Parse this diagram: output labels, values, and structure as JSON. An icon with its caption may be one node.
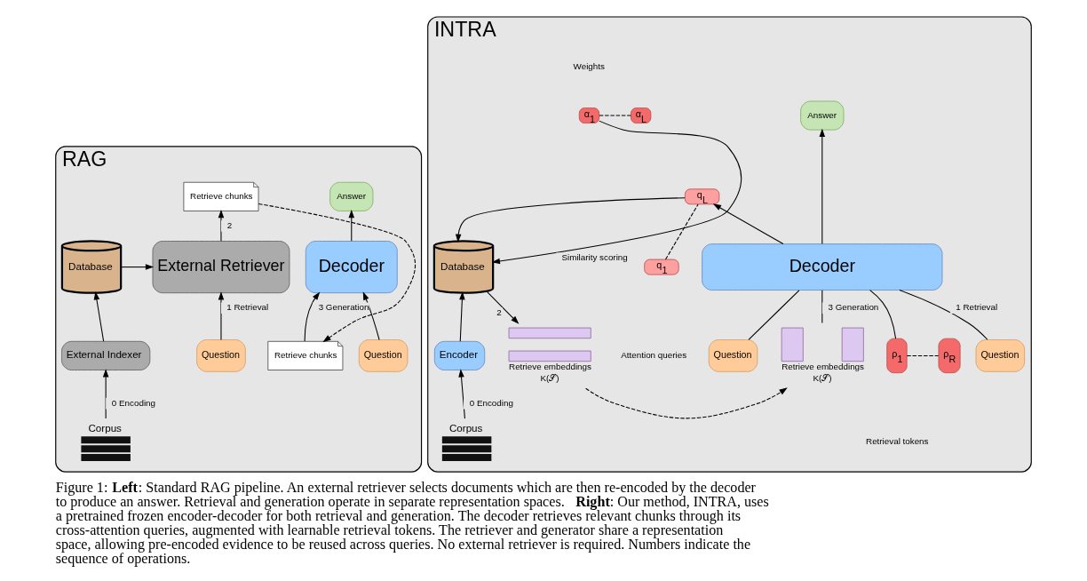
{
  "diagram": {
    "caption": "Figure 1: **Left**: Standard RAG pipeline. An external retriever selects documents which are then re-encoded by the decoder to produce an answer. Retrieval and generation operate in separate representation spaces. **Right**: Our method, INTRA, uses a pretrained frozen encoder-decoder for both retrieval and generation. The decoder retrieves relevant chunks through its cross-attention queries, augmented with learnable retrieval tokens. The retriever and generator share a representation space, allowing pre-encoded evidence to be reused across queries. No external retriever is required. Numbers indicate the sequence of operations.",
    "nodes": [
      {
        "text": [
          "RAG"
        ]
      },
      {
        "text": [
          "Retrieve chunks"
        ],
        "in": 0
      },
      {
        "text": [
          "Answer"
        ],
        "in": 0
      },
      {
        "text": [
          "Database"
        ],
        "in": 0
      },
      {
        "text": [
          "External Retriever"
        ],
        "in": 0
      },
      {
        "text": [
          "Decoder"
        ],
        "in": 0
      },
      {
        "text": [
          "External Indexer"
        ],
        "in": 0
      },
      {
        "text": [
          "Question"
        ],
        "in": 0
      },
      {
        "text": [
          "Question"
        ],
        "in": 0
      },
      {
        "text": [
          "Corpus"
        ],
        "in": 0
      },
      {
        "text": [
          "Retrieve chunks"
        ],
        "in": 0
      },
      {
        "text": [
          "INTRA"
        ]
      },
      {
        "text": [
          "α$_{1}$"
        ],
        "in": 11
      },
      {
        "text": [
          "α$_{L}$"
        ],
        "in": 11
      },
      {
        "text": [
          "Answer"
        ],
        "in": 11
      },
      {
        "text": [
          "Database"
        ],
        "in": 11
      },
      {
        "text": [
          "q$_{L}$"
        ],
        "in": 11
      },
      {
        "text": [
          "Decoder"
        ],
        "in": 11
      },
      {
        "text": [
          "q$_{1}$"
        ],
        "in": 11
      },
      {
        "text": [
          "Encoder"
        ],
        "in": 11
      },
      {
        "text": [
          "Retrieve embeddings",
          "K(𝒮)"
        ],
        "in": 11
      },
      {
        "text": [
          "Question"
        ],
        "in": 11
      },
      {
        "text": [
          "ρ$_{1}$"
        ],
        "in": 11
      },
      {
        "text": [
          "ρ$_{R}$"
        ],
        "in": 11
      },
      {
        "text": [
          "Retrieve embeddings",
          "K(𝒮)"
        ],
        "in": 11
      },
      {
        "text": [
          "Question"
        ],
        "in": 11
      },
      {
        "text": [
          "Corpus"
        ],
        "in": 11
      }
    ],
    "edges": [
      {
        "from": 9,
        "to": 6,
        "arrow": "to",
        "label": "0 Encoding"
      },
      {
        "from": 6,
        "to": 3,
        "arrow": "to"
      },
      {
        "from": 3,
        "to": 4,
        "arrow": "to"
      },
      {
        "from": 7,
        "to": 4,
        "arrow": "to",
        "label": "1 Retrieval"
      },
      {
        "from": 4,
        "to": 1,
        "arrow": "to",
        "label": "2"
      },
      {
        "from": 1,
        "to": 10,
        "arrow": "to",
        "style": "dashed"
      },
      {
        "from": 10,
        "to": 5,
        "arrow": "to",
        "label": "3 Generation"
      },
      {
        "from": 8,
        "to": 5,
        "arrow": "to"
      },
      {
        "from": 5,
        "to": 2,
        "arrow": "to"
      },
      {
        "from": 26,
        "to": 19,
        "arrow": "to",
        "label": "0 Encoding"
      },
      {
        "from": 19,
        "to": 15,
        "arrow": "to"
      },
      {
        "from": 15,
        "to": 20,
        "arrow": "to",
        "label": "2"
      },
      {
        "from": 20,
        "to": 24,
        "arrow": "to",
        "style": "dashed"
      },
      {
        "from": 12,
        "to": 15,
        "arrow": "to",
        "label": "Similarity scoring"
      },
      {
        "from": 16,
        "to": 15,
        "arrow": "to"
      },
      {
        "from": 12,
        "to": 13,
        "arrow": "none",
        "style": "dashed"
      },
      {
        "from": 18,
        "to": 16,
        "arrow": "none",
        "style": "dashed"
      },
      {
        "from": 17,
        "to": 16,
        "arrow": "to"
      },
      {
        "from": 21,
        "to": 17,
        "arrow": "none",
        "label": "1 Retrieval"
      },
      {
        "from": 22,
        "to": 17,
        "arrow": "none"
      },
      {
        "from": 24,
        "to": 17,
        "arrow": "none",
        "label": "3 Generation"
      },
      {
        "from": 25,
        "to": 17,
        "arrow": "none"
      },
      {
        "from": 17,
        "to": 14,
        "arrow": "to"
      },
      {
        "from": 22,
        "to": 23,
        "arrow": "none",
        "style": "dashed"
      }
    ],
    "labels": [
      "Weights",
      "Attention queries",
      "Retrieval tokens"
    ]
  }
}
